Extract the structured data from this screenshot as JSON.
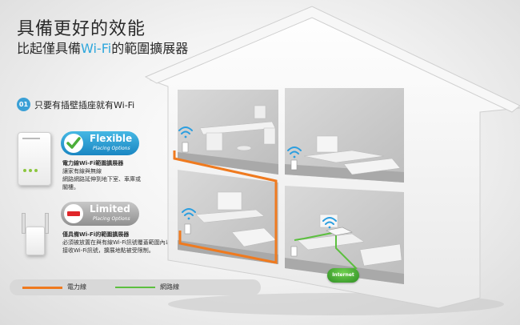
{
  "header": {
    "title": "具備更好的效能",
    "subtitle_prefix": "比起僅具備",
    "subtitle_wifi": "Wi-Fi",
    "subtitle_suffix": "的範圍擴展器"
  },
  "step": {
    "number": "01",
    "text": "只要有插壁插座就有Wi-Fi"
  },
  "flexible": {
    "title": "Flexible",
    "subtitle": "Placing Options",
    "heading": "電力線Wi-Fi範圍擴展器",
    "line1": "讓家有線與無線",
    "line2": "網路網路延伸到地下室、車庫或",
    "line3": "閣樓。"
  },
  "limited": {
    "title": "Limited",
    "subtitle": "Placing Options",
    "heading": "僅具備Wi-Fi的範圍擴展器",
    "line1": "必須被放置在與有線Wi-Fi訊號覆蓋範圍內以",
    "line2": "接收Wi-Fi訊號，擴展地點被受限制。"
  },
  "internet": "Internet",
  "legend": {
    "power_line": "電力線",
    "network_cable": "網路線"
  },
  "colors": {
    "power_orange": "#ef7a1f",
    "network_green": "#5cbf3f",
    "accent_blue": "#2fa7dc"
  }
}
